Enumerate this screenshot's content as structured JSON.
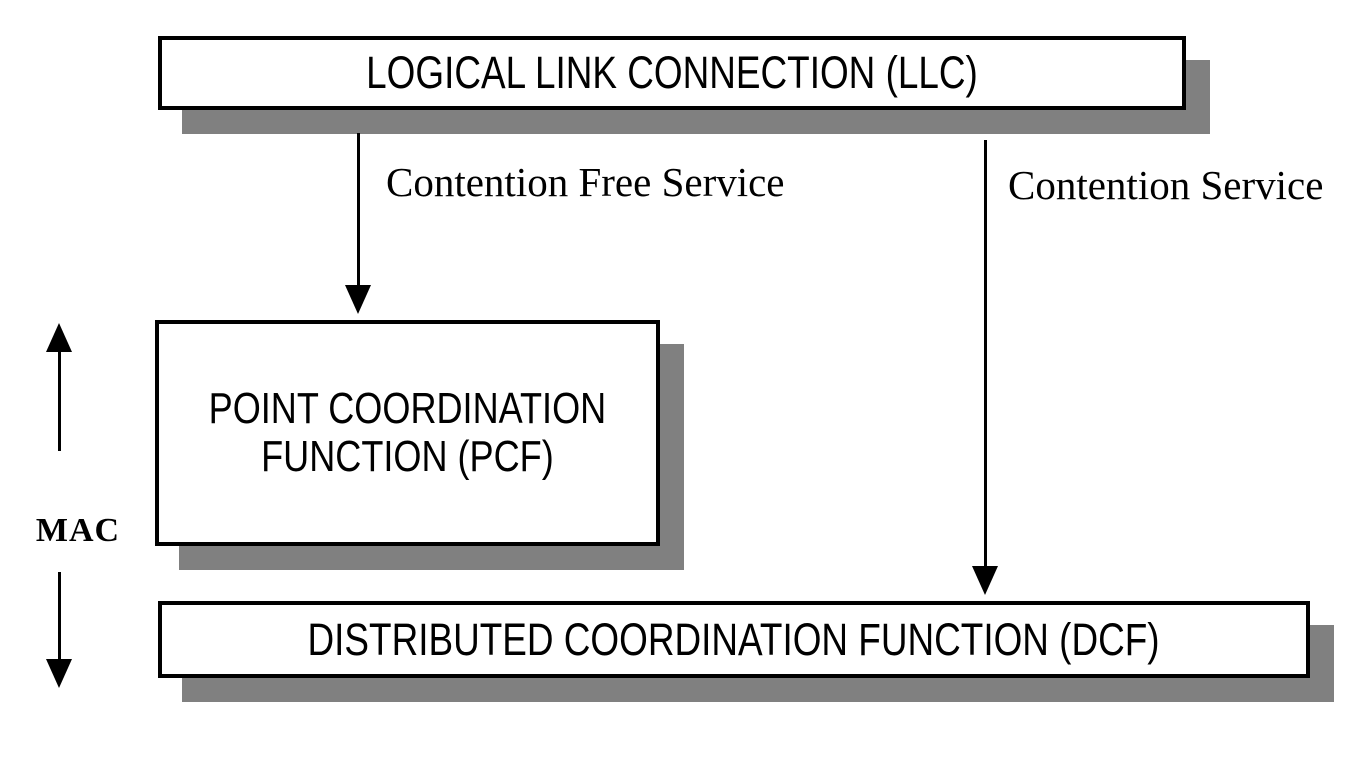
{
  "boxes": {
    "llc": {
      "label": "LOGICAL LINK CONNECTION (LLC)"
    },
    "pcf": {
      "lines": [
        "POINT COORDINATION",
        "FUNCTION (PCF)"
      ]
    },
    "dcf": {
      "label": "DISTRIBUTED COORDINATION FUNCTION (DCF)"
    }
  },
  "edges": {
    "contention_free": {
      "label": "Contention Free Service",
      "from": "LLC",
      "to": "PCF"
    },
    "contention": {
      "label": "Contention Service",
      "from": "LLC",
      "to": "DCF"
    }
  },
  "side_label": {
    "text": "MAC"
  },
  "colors": {
    "border": "#000000",
    "shadow": "#808080",
    "background": "#ffffff",
    "text": "#000000"
  }
}
